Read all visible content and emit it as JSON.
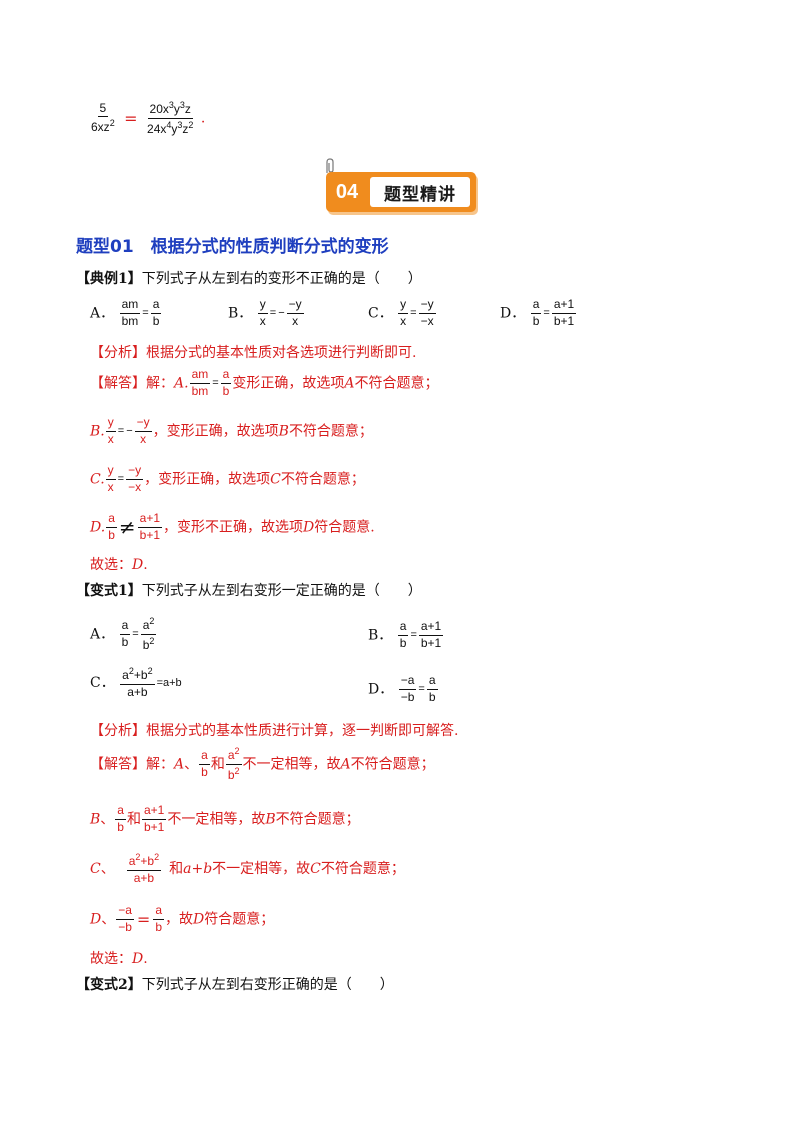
{
  "top_equation": {
    "left_num": "5",
    "left_den_a": "6xz",
    "left_den_exp": "2",
    "right_num_a": "20x",
    "right_num_b": "3",
    "right_num_c": "y",
    "right_num_d": "3",
    "right_num_e": "z",
    "right_den_a": "24x",
    "right_den_b": "4",
    "right_den_c": "y",
    "right_den_d": "3",
    "right_den_e": "z",
    "right_den_f": "2",
    "equals": "=",
    "period": "."
  },
  "banner": {
    "number": "04",
    "text": "题型精讲"
  },
  "section_heading": "题型01　根据分式的性质判断分式的变形",
  "example1": {
    "tag": "【典例1】",
    "question": "下列式子从左到右的变形不正确的是（　　）",
    "options": {
      "A": {
        "label": "A．",
        "l_num": "am",
        "l_den": "bm",
        "eq": "=",
        "r_num": "a",
        "r_den": "b"
      },
      "B": {
        "label": "B．",
        "l_num": "y",
        "l_den": "x",
        "eq": "=",
        "minus": "−",
        "r_num": "−y",
        "r_den": "x"
      },
      "C": {
        "label": "C．",
        "l_num": "y",
        "l_den": "x",
        "eq": "=",
        "r_num": "−y",
        "r_den": "−x"
      },
      "D": {
        "label": "D．",
        "l_num": "a",
        "l_den": "b",
        "eq": "=",
        "r_num": "a+1",
        "r_den": "b+1"
      }
    },
    "analysis": "【分析】根据分式的基本性质对各选项进行判断即可.",
    "answer_prefix": "【解答】解：",
    "a_letter": "A.",
    "a_text": "变形正确，故选项",
    "a_text2": "不符合题意；",
    "b_letter": "B.",
    "b_text": "，变形正确，故选项",
    "b_text2": "不符合题意；",
    "c_letter": "C.",
    "c_text": "，变形正确，故选项",
    "c_text2": "不符合题意；",
    "d_letter": "D.",
    "d_text": "，变形不正确，故选项",
    "d_text2": "符合题意.",
    "choose": "故选：",
    "choose_letter": "D",
    "choose_end": ".",
    "letter_A": "A",
    "letter_B": "B",
    "letter_C": "C",
    "letter_D": "D",
    "ne": "≠"
  },
  "variant1": {
    "tag": "【变式1】",
    "question": "下列式子从左到右变形一定正确的是（　　）",
    "options": {
      "A": {
        "label": "A．",
        "l_num": "a",
        "l_den": "b",
        "eq": "=",
        "r_num": "a",
        "r_num_exp": "2",
        "r_den": "b",
        "r_den_exp": "2"
      },
      "B": {
        "label": "B．",
        "l_num": "a",
        "l_den": "b",
        "eq": "=",
        "r_num": "a+1",
        "r_den": "b+1"
      },
      "C": {
        "label": "C．",
        "n1": "a",
        "e1": "2",
        "plus": "+b",
        "e2": "2",
        "den": "a+b",
        "rhs": "=a+b"
      },
      "D": {
        "label": "D．",
        "l_num": "−a",
        "l_den": "−b",
        "eq": "=",
        "r_num": "a",
        "r_den": "b"
      }
    },
    "analysis": "【分析】根据分式的基本性质进行计算，逐一判断即可解答.",
    "answer_prefix": "【解答】解：",
    "a_letter": "A",
    "sep": "、",
    "and": "和",
    "a_text": "不一定相等，故",
    "a_text2": "不符合题意；",
    "b_letter": "B",
    "b_text": "不一定相等，故",
    "b_text2": "不符合题意；",
    "c_letter": "C",
    "c_mid": "和",
    "c_expr": "a+b",
    "c_text": "不一定相等，故",
    "c_text2": "不符合题意；",
    "d_letter": "D",
    "d_eq": "=",
    "d_text": "，故",
    "d_text2": "符合题意；",
    "choose": "故选：",
    "choose_letter": "D",
    "choose_end": "."
  },
  "variant2": {
    "tag": "【变式2】",
    "question": "下列式子从左到右变形正确的是（　　）"
  }
}
